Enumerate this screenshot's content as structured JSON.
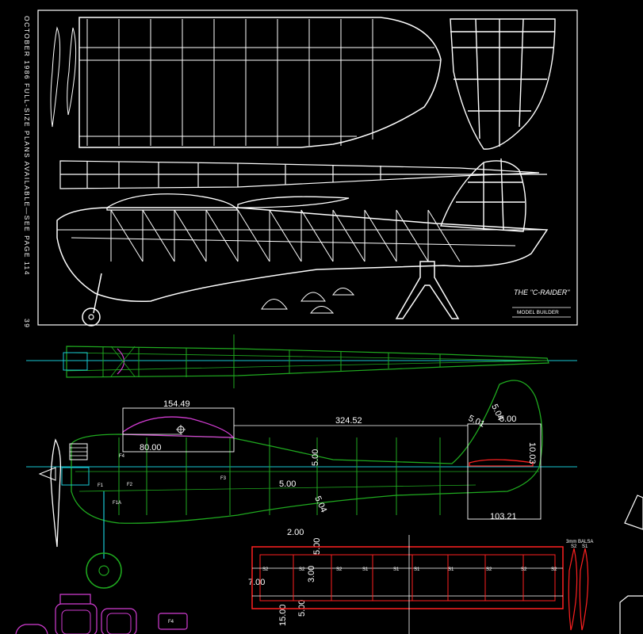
{
  "plan_sheet": {
    "side_note": "OCTOBER 1986   FULL-SIZE PLANS AVAILABLE—SEE PAGE 114",
    "page_number": "39",
    "title": "THE \"C-RAIDER\"",
    "publisher": "MODEL BUILDER"
  },
  "dimensions": {
    "d1": "154.49",
    "d2": "80.00",
    "d3": "324.52",
    "d4": "5.00",
    "d5": "5.00",
    "d6": "5.04",
    "d7": "5.01",
    "d8": "5.04",
    "d9": "5.00",
    "d10": "10.03",
    "d11": "103.21",
    "d12": "2.00",
    "d13": "5.00",
    "d14": "3.00",
    "d15": "7.00",
    "d16": "15.00",
    "d17": "5.00"
  },
  "former_labels": {
    "f1": "F1",
    "f1a": "F1A",
    "f2": "F2",
    "f3": "F3",
    "f4": "F4",
    "f4_part": "F4"
  },
  "wing_labels": {
    "balsa": "3mm BALSA",
    "s1": "S1",
    "s2": "S2"
  },
  "colors": {
    "plan_lines": "#ffffff",
    "fuselage": "#1faa1f",
    "centerline": "#19c7d4",
    "wing_outline": "#ff2020",
    "wing_section": "#d23cd2"
  }
}
